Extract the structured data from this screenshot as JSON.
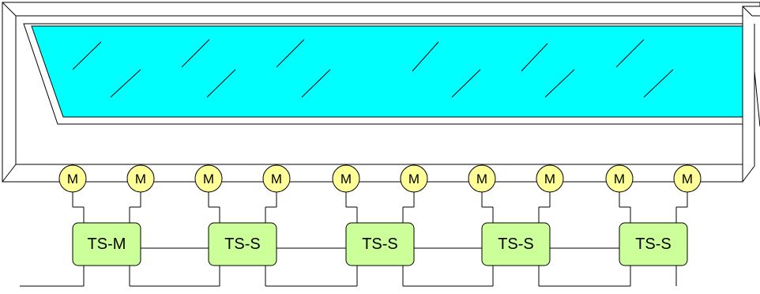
{
  "motors": {
    "label": "M",
    "count": 10,
    "fill_color": "#ffff99"
  },
  "controllers": {
    "master_label": "TS-M",
    "slave_label": "TS-S",
    "slave_count": 4,
    "fill_color": "#ccff99"
  },
  "window": {
    "glass_color": "#00ffff",
    "frame_color": "#ffffff"
  }
}
